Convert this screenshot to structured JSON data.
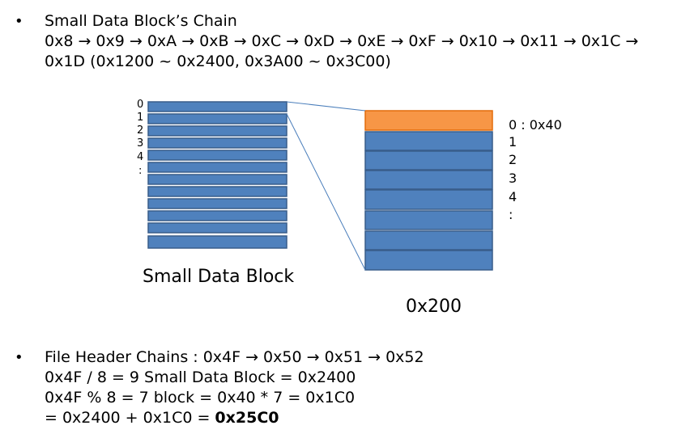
{
  "section1": {
    "bullet": "•",
    "title": "Small Data Block’s Chain",
    "chain_line1": "0x8 → 0x9 → 0xA → 0xB → 0xC → 0xD → 0xE → 0xF → 0x10 → 0x11 → 0x1C →",
    "chain_line2": "0x1D (0x1200 ~ 0x2400, 0x3A00 ~ 0x3C00)"
  },
  "left_block": {
    "row_labels": [
      "0",
      "1",
      "2",
      "3",
      "4",
      ":"
    ],
    "caption": "Small Data Block",
    "fill_color": "#4f81bd",
    "border_color": "#385d8a"
  },
  "right_block": {
    "row_labels": [
      "0 : 0x40",
      "1",
      "2",
      "3",
      "4",
      ":"
    ],
    "caption": "0x200",
    "highlight_color": "#f79646",
    "fill_color": "#4f81bd"
  },
  "section2": {
    "bullet": "•",
    "line1": "File Header Chains : 0x4F → 0x50 → 0x51 → 0x52",
    "line2": "0x4F / 8 = 9 Small Data Block = 0x2400",
    "line3": "0x4F % 8 = 7 block = 0x40 * 7 = 0x1C0",
    "line4_prefix": "= 0x2400 + 0x1C0 = ",
    "line4_result": "0x25C0"
  }
}
